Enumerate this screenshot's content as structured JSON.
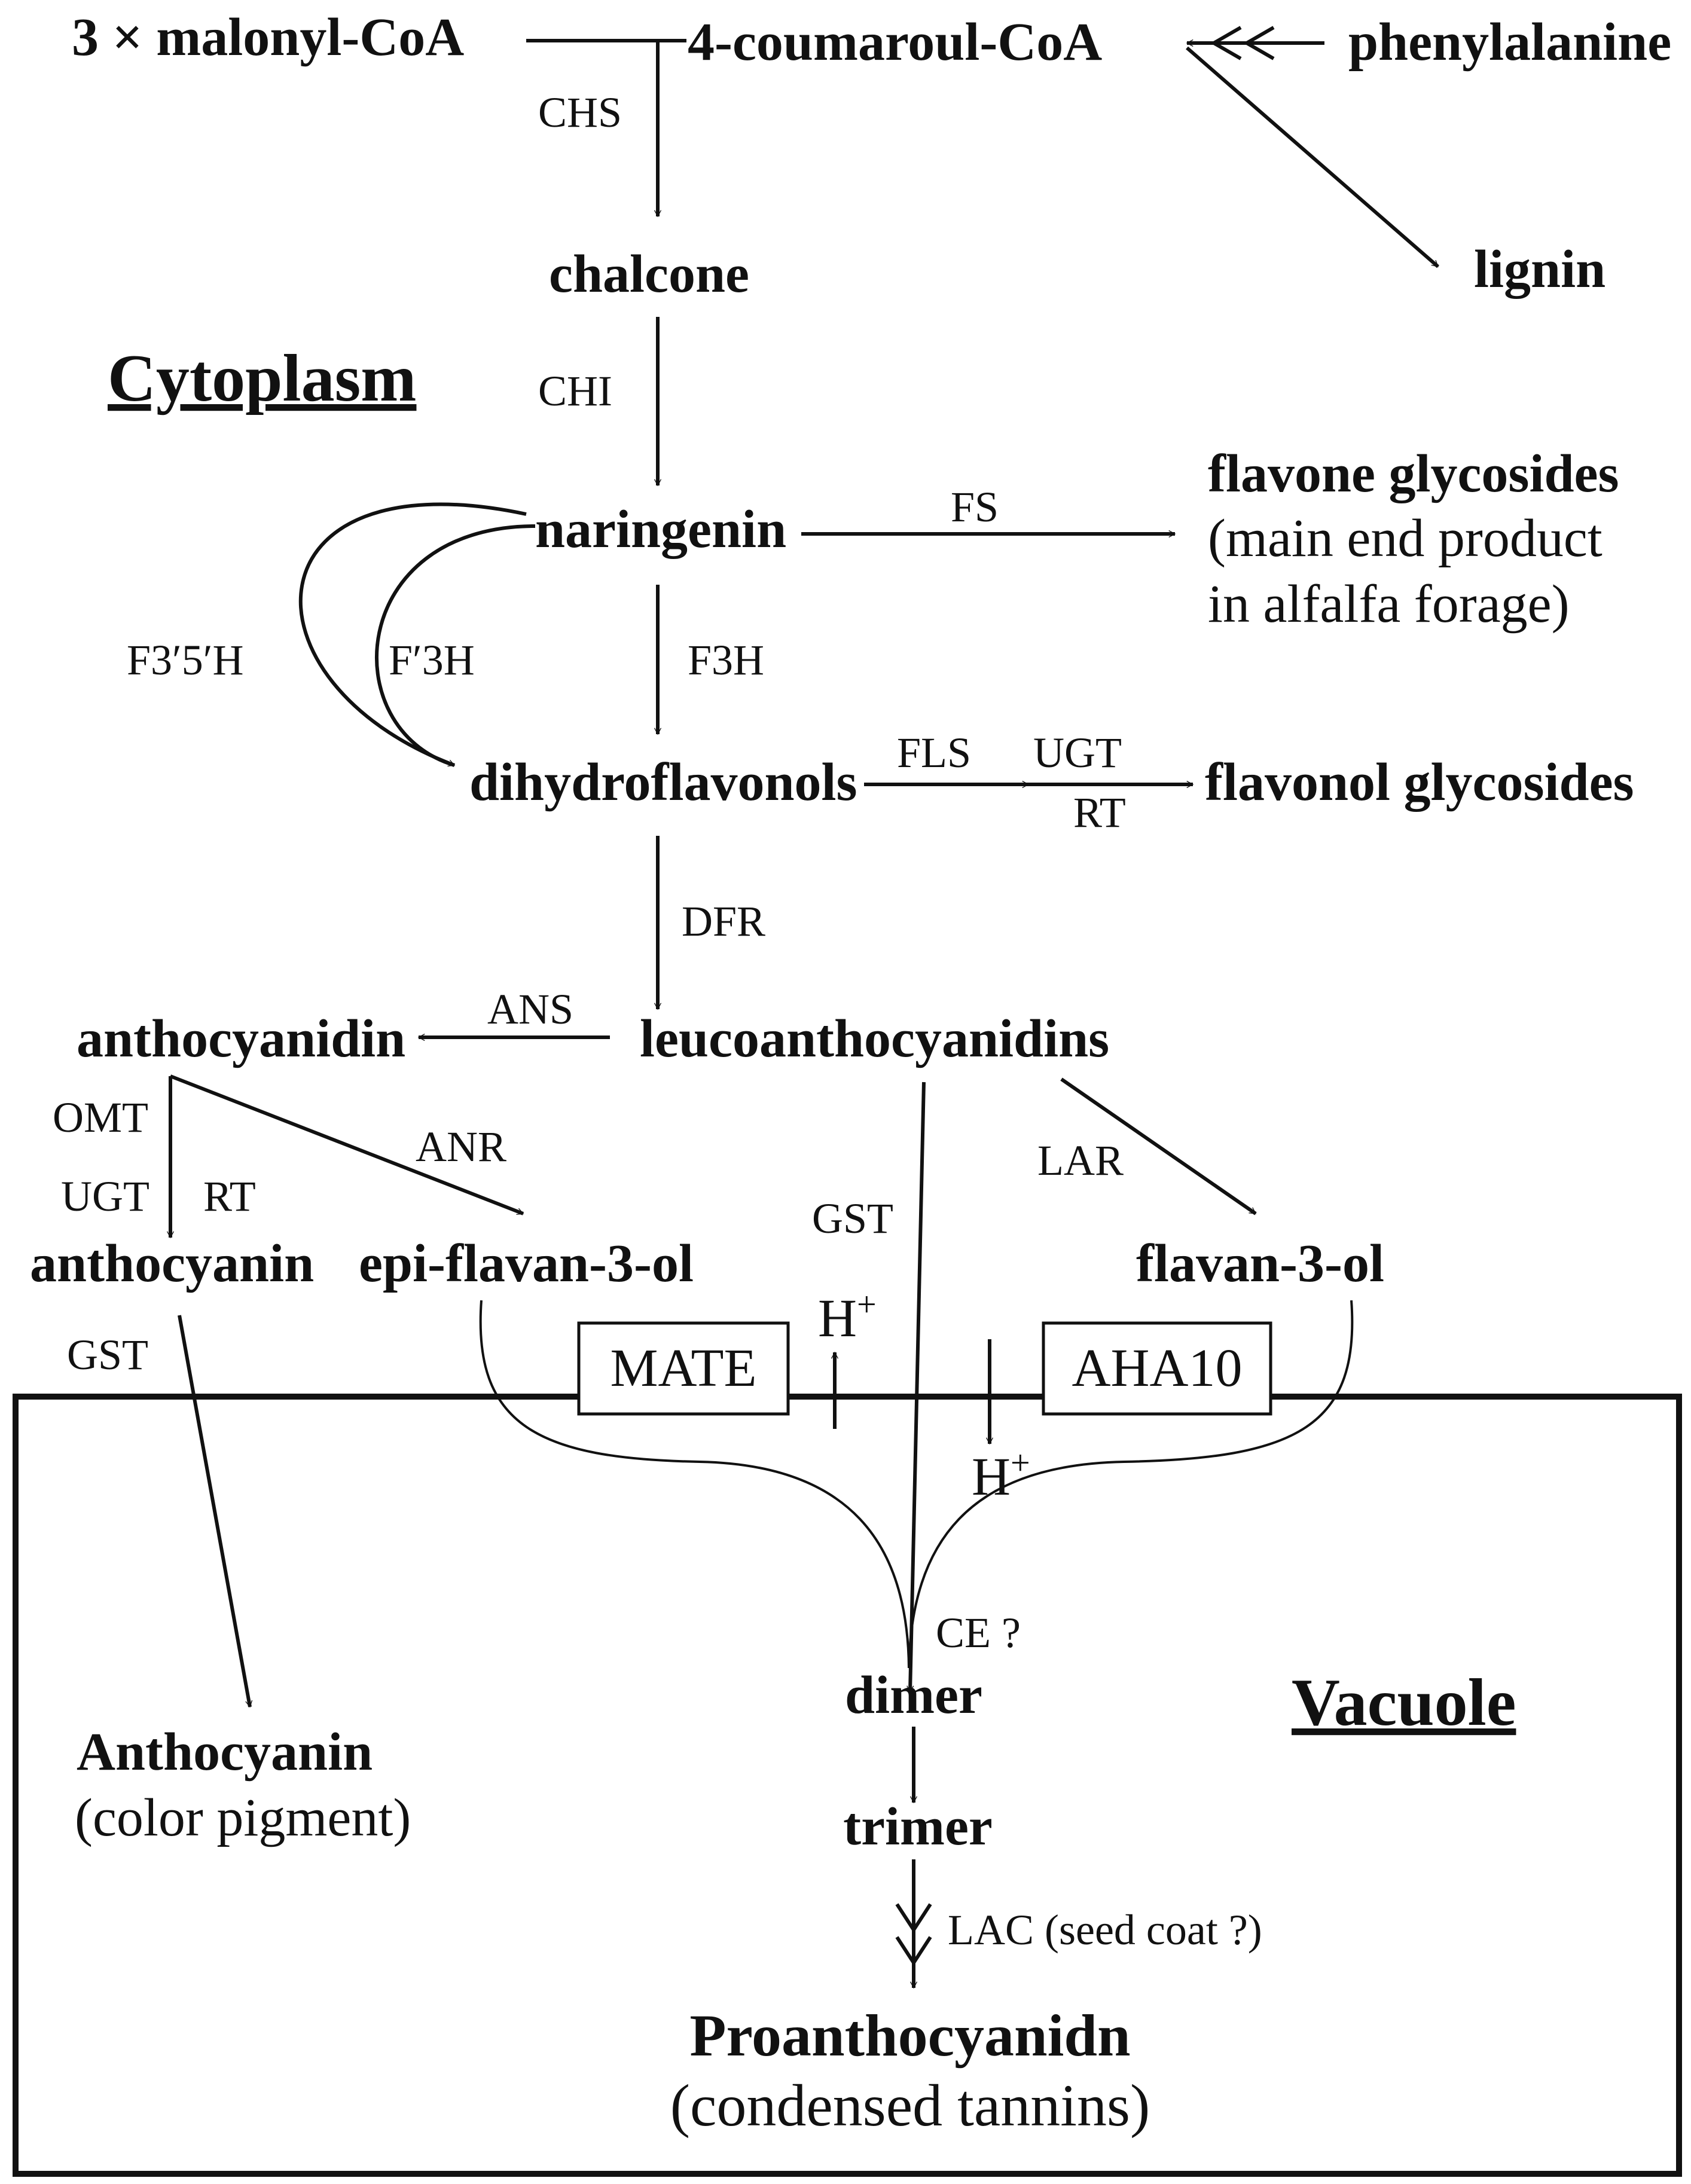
{
  "compartments": {
    "cytoplasm": "Cytoplasm",
    "vacuole": "Vacuole"
  },
  "metabolites": {
    "malonyl_coa": "3 × malonyl-CoA",
    "coumaroyl_coa": "4-coumaroul-CoA",
    "phenylalanine": "phenylalanine",
    "lignin": "lignin",
    "chalcone": "chalcone",
    "naringenin": "naringenin",
    "flavone_glycosides": "flavone glycosides",
    "flavone_note_1": "(main end product",
    "flavone_note_2": "in alfalfa forage)",
    "dihydroflavonols": "dihydroflavonols",
    "flavonol_glycosides": "flavonol glycosides",
    "leucoanthocyanidins": "leucoanthocyanidins",
    "anthocyanidin": "anthocyanidin",
    "anthocyanin": "anthocyanin",
    "epi_flavan_3_ol": "epi-flavan-3-ol",
    "flavan_3_ol": "flavan-3-ol",
    "dimer": "dimer",
    "trimer": "trimer",
    "anthocyanin_vacuole": "Anthocyanin",
    "anthocyanin_note": "(color pigment)",
    "proanthocyanidin": "Proanthocyanidn",
    "proanthocyanidin_note": "(condensed tannins)"
  },
  "enzymes": {
    "chs": "CHS",
    "chi": "CHI",
    "fs": "FS",
    "f3h": "F3H",
    "f35h": "F3′5′H",
    "f3ph": "F′3H",
    "fls": "FLS",
    "ugt_1": "UGT",
    "rt_1": "RT",
    "dfr": "DFR",
    "ans": "ANS",
    "omt": "OMT",
    "ugt_2": "UGT",
    "rt_2": "RT",
    "anr": "ANR",
    "lar": "LAR",
    "gst_1": "GST",
    "gst_2": "GST",
    "ce": "CE ?",
    "lac": "LAC (seed coat ?)"
  },
  "transporters": {
    "mate": "MATE",
    "aha10": "AHA10",
    "h_plus": "H",
    "plus": "+"
  }
}
